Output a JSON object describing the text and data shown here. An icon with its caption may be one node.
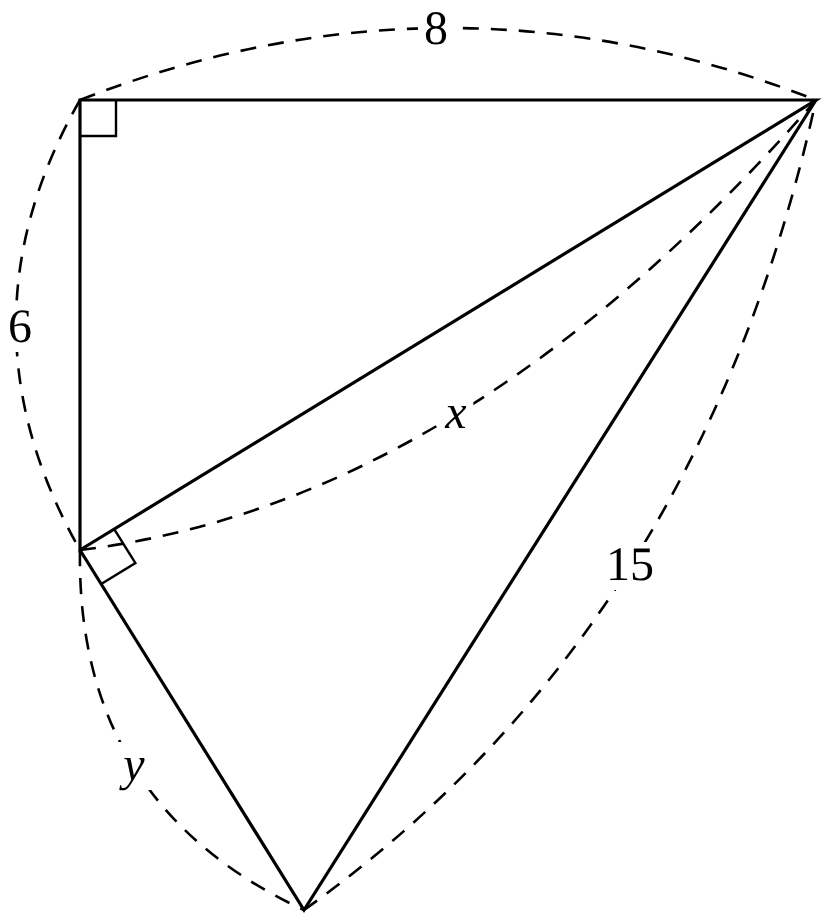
{
  "diagram": {
    "labels": [
      "8",
      "6",
      "x",
      "15",
      "y"
    ]
  }
}
